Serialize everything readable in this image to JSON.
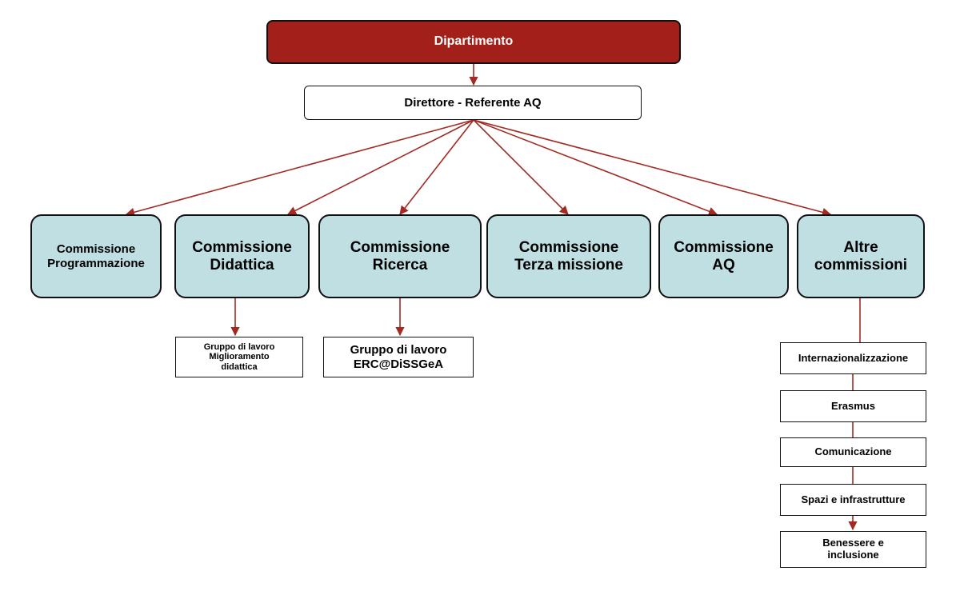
{
  "colors": {
    "accent": "#a31f1a",
    "commission_fill": "#bfdfe3",
    "connector": "#a32a22"
  },
  "department": {
    "label": "Dipartimento"
  },
  "director": {
    "label": "Direttore - Referente AQ"
  },
  "commissions": [
    {
      "label": "Commissione\nProgrammazione"
    },
    {
      "label": "Commissione\nDidattica"
    },
    {
      "label": "Commissione\nRicerca"
    },
    {
      "label": "Commissione\nTerza missione"
    },
    {
      "label": "Commissione\nAQ"
    },
    {
      "label": "Altre\ncommissioni"
    }
  ],
  "working_groups": [
    {
      "label": "Gruppo di lavoro\nMiglioramento\ndidattica"
    },
    {
      "label": "Gruppo di lavoro\nERC@DiSSGeA"
    }
  ],
  "other_commissions": [
    {
      "label": "Internazionalizzazione"
    },
    {
      "label": "Erasmus"
    },
    {
      "label": "Comunicazione"
    },
    {
      "label": "Spazi e infrastrutture"
    },
    {
      "label": "Benessere e\ninclusione"
    }
  ]
}
